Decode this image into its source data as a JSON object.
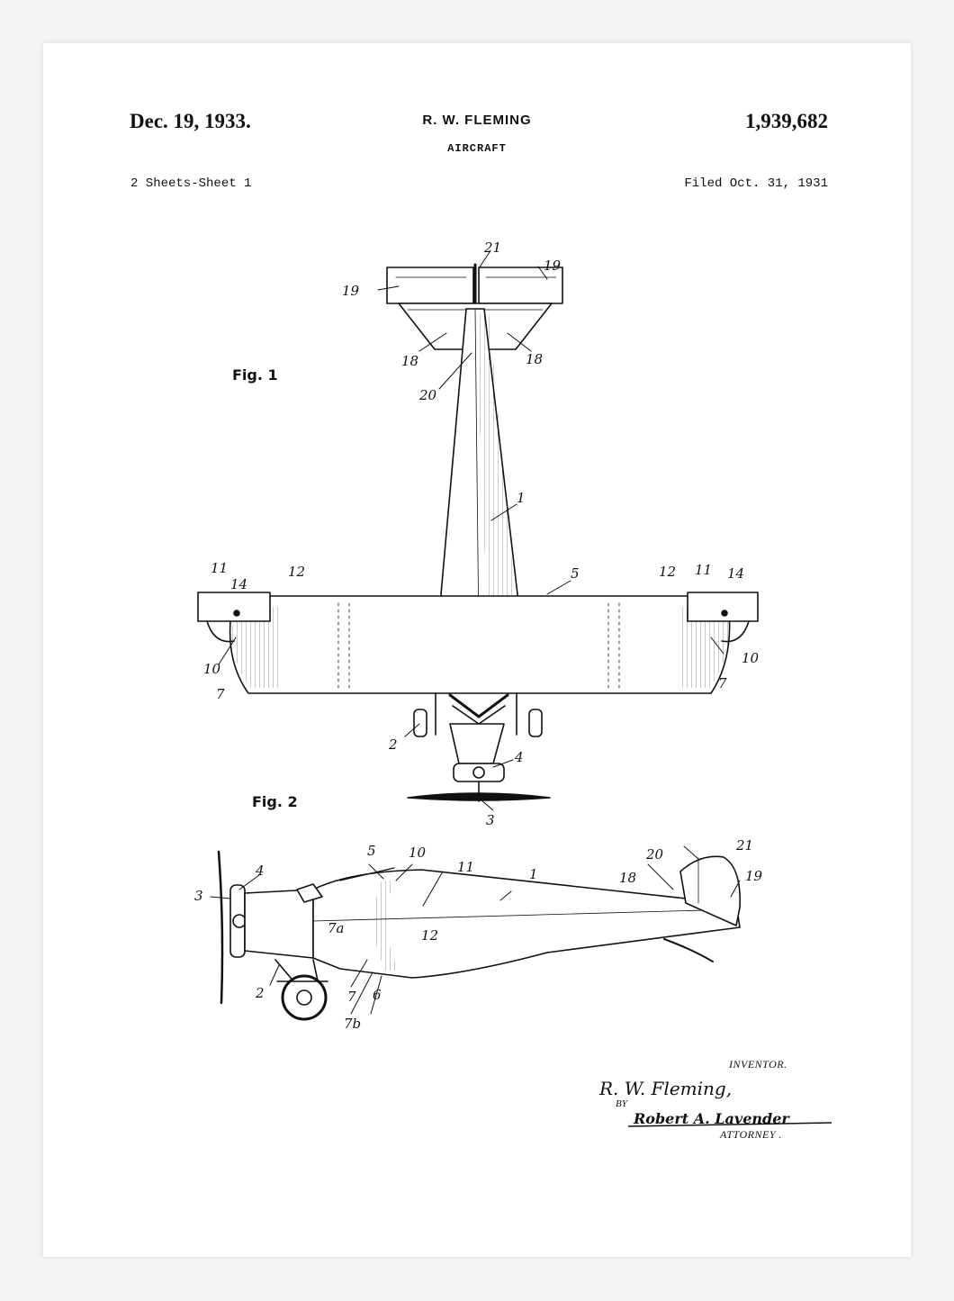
{
  "header": {
    "date": "Dec. 19, 1933.",
    "inventor": "R. W. FLEMING",
    "patent_number": "1,939,682",
    "subject": "AIRCRAFT",
    "sheets": "2 Sheets-Sheet 1",
    "filed": "Filed Oct. 31, 1931"
  },
  "figures": {
    "fig1_label": "Fig. 1",
    "fig2_label": "Fig. 2"
  },
  "callouts_top": [
    "21",
    "19",
    "19",
    "18",
    "18",
    "20",
    "1",
    "5",
    "11",
    "14",
    "12",
    "12",
    "11",
    "14",
    "10",
    "7",
    "10",
    "7",
    "2",
    "4",
    "3"
  ],
  "callouts_side": [
    "5",
    "10",
    "11",
    "1",
    "20",
    "21",
    "18",
    "19",
    "3",
    "4",
    "7a",
    "12",
    "2",
    "7",
    "6",
    "7b"
  ],
  "signature": {
    "inventor_label": "INVENTOR.",
    "inventor_signature": "R. W. Fleming,",
    "by_label": "BY",
    "attorney_signature": "Robert A. Lavender",
    "attorney_label": "ATTORNEY ."
  }
}
